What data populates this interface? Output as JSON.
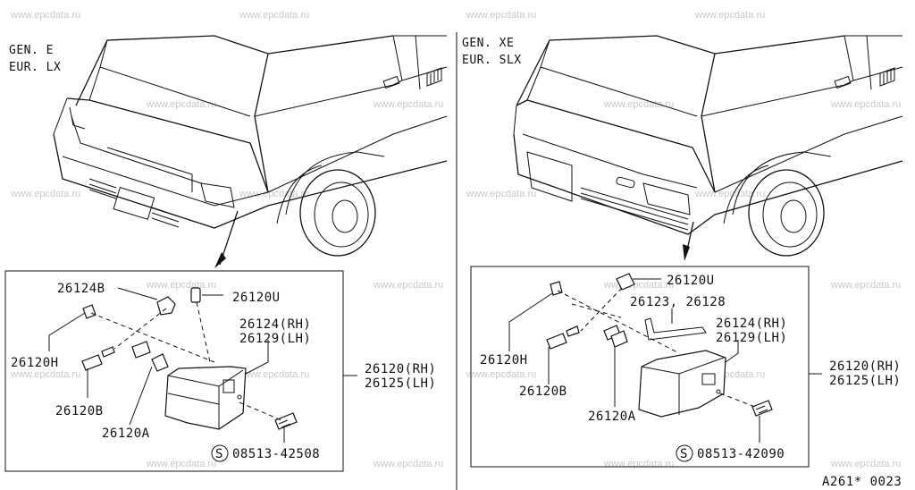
{
  "watermark": "www.epcdata.ru",
  "left_panel": {
    "variant_line1": "GEN. E",
    "variant_line2": "EUR. LX",
    "parts": {
      "p26124B": "26124B",
      "p26120U": "26120U",
      "p26124RH": "26124(RH)",
      "p26129LH": "26129(LH)",
      "p26120H": "26120H",
      "p26120B": "26120B",
      "p26120A": "26120A",
      "p26120RH": "26120(RH)",
      "p26125LH": "26125(LH)",
      "screw_symbol": "S",
      "screw": "08513-42508"
    }
  },
  "right_panel": {
    "variant_line1": "GEN. XE",
    "variant_line2": "EUR. SLX",
    "parts": {
      "p26120U": "26120U",
      "p26123_26128": "26123, 26128",
      "p26124RH": "26124(RH)",
      "p26129LH": "26129(LH)",
      "p26120H": "26120H",
      "p26120B": "26120B",
      "p26120A": "26120A",
      "p26120RH": "26120(RH)",
      "p26125LH": "26125(LH)",
      "screw_symbol": "S",
      "screw": "08513-42090"
    }
  },
  "diagram_code": "A261* 0023"
}
